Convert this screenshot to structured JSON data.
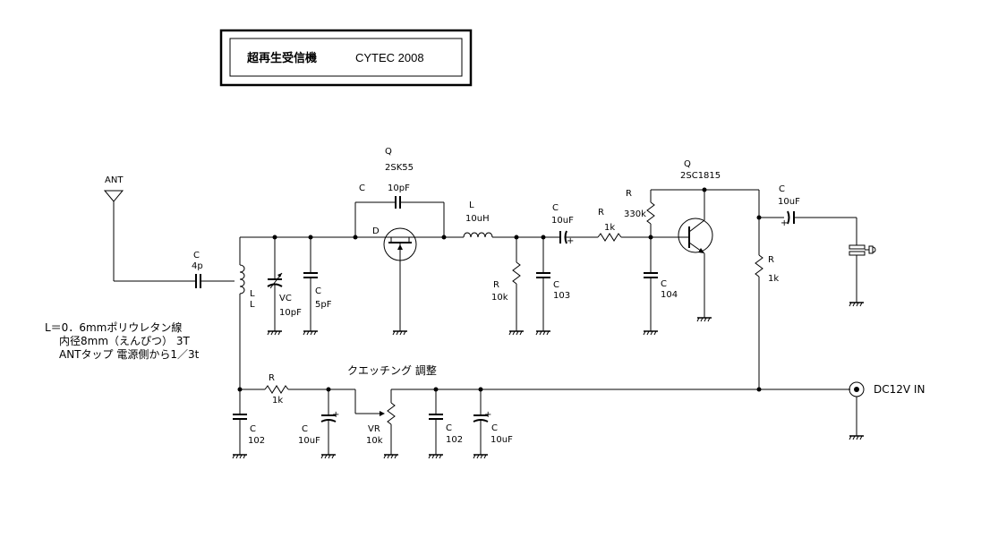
{
  "title_box": {
    "title_jp": "超再生受信機",
    "title_maker": "CYTEC  2008"
  },
  "antenna": {
    "label": "ANT"
  },
  "c_ant": {
    "ref": "C",
    "value": "4p"
  },
  "coil": {
    "ref1": "L",
    "ref2": "L"
  },
  "vc": {
    "ref": "VC",
    "value": "10pF"
  },
  "c5p": {
    "ref": "C",
    "value": "5pF"
  },
  "q1": {
    "ref": "Q",
    "part": "2SK55",
    "pin": "D"
  },
  "c10p": {
    "ref": "C",
    "value": "10pF"
  },
  "l_choke": {
    "ref": "L",
    "value": "10uH"
  },
  "r10k": {
    "ref": "R",
    "value": "10k"
  },
  "c103": {
    "ref": "C",
    "value": "103"
  },
  "c10u_a": {
    "ref": "C",
    "value": "10uF"
  },
  "r1k_a": {
    "ref": "R",
    "value": "1k"
  },
  "r330k": {
    "ref": "R",
    "value": "330k"
  },
  "c104": {
    "ref": "C",
    "value": "104"
  },
  "q2": {
    "ref": "Q",
    "part": "2SC1815"
  },
  "c10u_out": {
    "ref": "C",
    "value": "10uF"
  },
  "r1k_c": {
    "ref": "R",
    "value": "1k"
  },
  "notes": [
    "L＝0．6mmポリウレタン線",
    "内径8mm（えんぴつ）  3T",
    "ANTタップ  電源側から1／3t"
  ],
  "r1k_b": {
    "ref": "R",
    "value": "1k"
  },
  "c102_a": {
    "ref": "C",
    "value": "102"
  },
  "c10u_b": {
    "ref": "C",
    "value": "10uF"
  },
  "vr": {
    "ref": "VR",
    "value": "10k",
    "label": "クエッチング 調整"
  },
  "c102_b": {
    "ref": "C",
    "value": "102"
  },
  "c10u_c": {
    "ref": "C",
    "value": "10uF"
  },
  "dc": {
    "label": "DC12V IN"
  }
}
